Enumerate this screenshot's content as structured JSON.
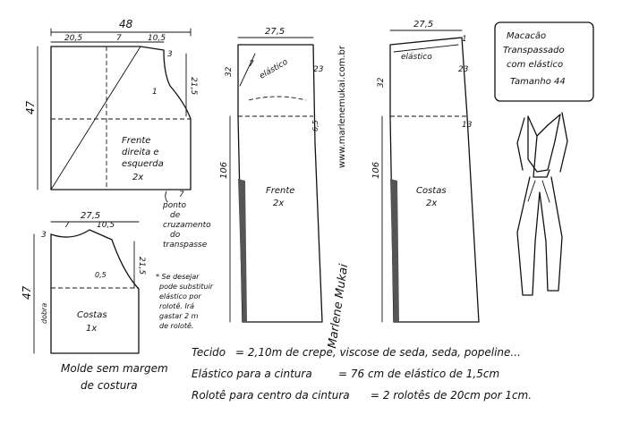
{
  "front_top": {
    "width": "48",
    "seg_a": "20,5",
    "seg_b": "7",
    "seg_c": "10,5",
    "shoulder_drop": "3",
    "armhole": "21,5",
    "height": "47",
    "mark_1": "1",
    "label_l1": "Frente",
    "label_l2": "direita e",
    "label_l3": "esquerda",
    "label_l4": "2x",
    "dim_7": "7",
    "note_l1": "ponto",
    "note_l2": "de",
    "note_l3": "cruzamento",
    "note_l4": "do",
    "note_l5": "transpasse"
  },
  "back_top": {
    "width": "27,5",
    "seg_a": "7",
    "seg_b": "10,5",
    "shoulder_drop": "3",
    "armhole": "21,5",
    "height": "47",
    "mark_05": "0,5",
    "fold": "dobra",
    "label_l1": "Costas",
    "label_l2": "1x"
  },
  "side_note": {
    "l1": "* Se desejar",
    "l2": "pode substituir",
    "l3": "elástico por",
    "l4": "rolotê. Irá",
    "l5": "gastar 2 m",
    "l6": "de rolotê."
  },
  "margin_note": {
    "l1": "Molde sem margem",
    "l2": "de costura"
  },
  "front_pants": {
    "width": "27,5",
    "rise": "32",
    "mark_7": "7",
    "elastic": "elástico",
    "dim_23": "23",
    "dim_65": "6,5",
    "length": "106",
    "label_l1": "Frente",
    "label_l2": "2x"
  },
  "back_pants": {
    "width": "27,5",
    "mark_1": "1",
    "elastic": "elástico",
    "dim_23": "23",
    "rise": "32",
    "dim_13": "13",
    "length": "106",
    "label_l1": "Costas",
    "label_l2": "2x"
  },
  "title_box": {
    "l1": "Macacão",
    "l2": "Transpassado",
    "l3": "com elástico",
    "l4": "Tamanho 44"
  },
  "watermark": "www.marlenemukai.com.br",
  "signature": "Marlene Mukai",
  "materials": {
    "fabric_label": "Tecido",
    "fabric_value": "= 2,10m de crepe, viscose de seda, seda, popeline...",
    "elastic_label": "Elástico para a cintura",
    "elastic_value": "= 76 cm de elástico de 1,5cm",
    "rolote_label": "Rolotê para centro da cintura",
    "rolote_value": "= 2 rolotês de 20cm por 1cm."
  }
}
